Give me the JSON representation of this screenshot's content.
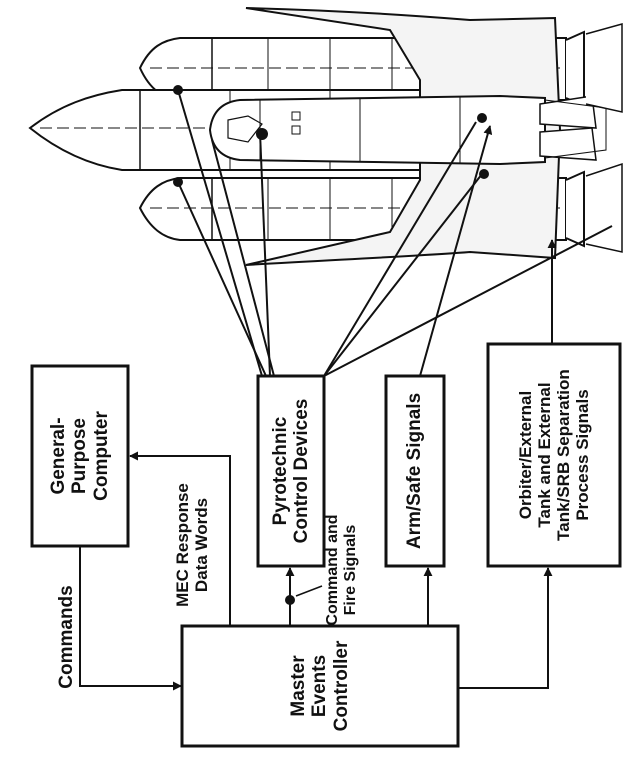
{
  "boxes": {
    "gpc": [
      "General-",
      "Purpose",
      "Computer"
    ],
    "pyro": [
      "Pyrotechnic",
      "Control Devices"
    ],
    "armsafe": [
      "Arm/Safe Signals"
    ],
    "orbiter": [
      "Orbiter/External",
      "Tank and External",
      "Tank/SRB Separation",
      "Process Signals"
    ],
    "mec": [
      "Master",
      "Events",
      "Controller"
    ]
  },
  "labels": {
    "commands": "Commands",
    "mec_response": [
      "MEC Response",
      "Data Words"
    ],
    "command_fire": [
      "Command and",
      "Fire Signals"
    ]
  },
  "colors": {
    "ink": "#111111",
    "paper": "#ffffff",
    "shuttle_fill": "#f4f4f4"
  }
}
